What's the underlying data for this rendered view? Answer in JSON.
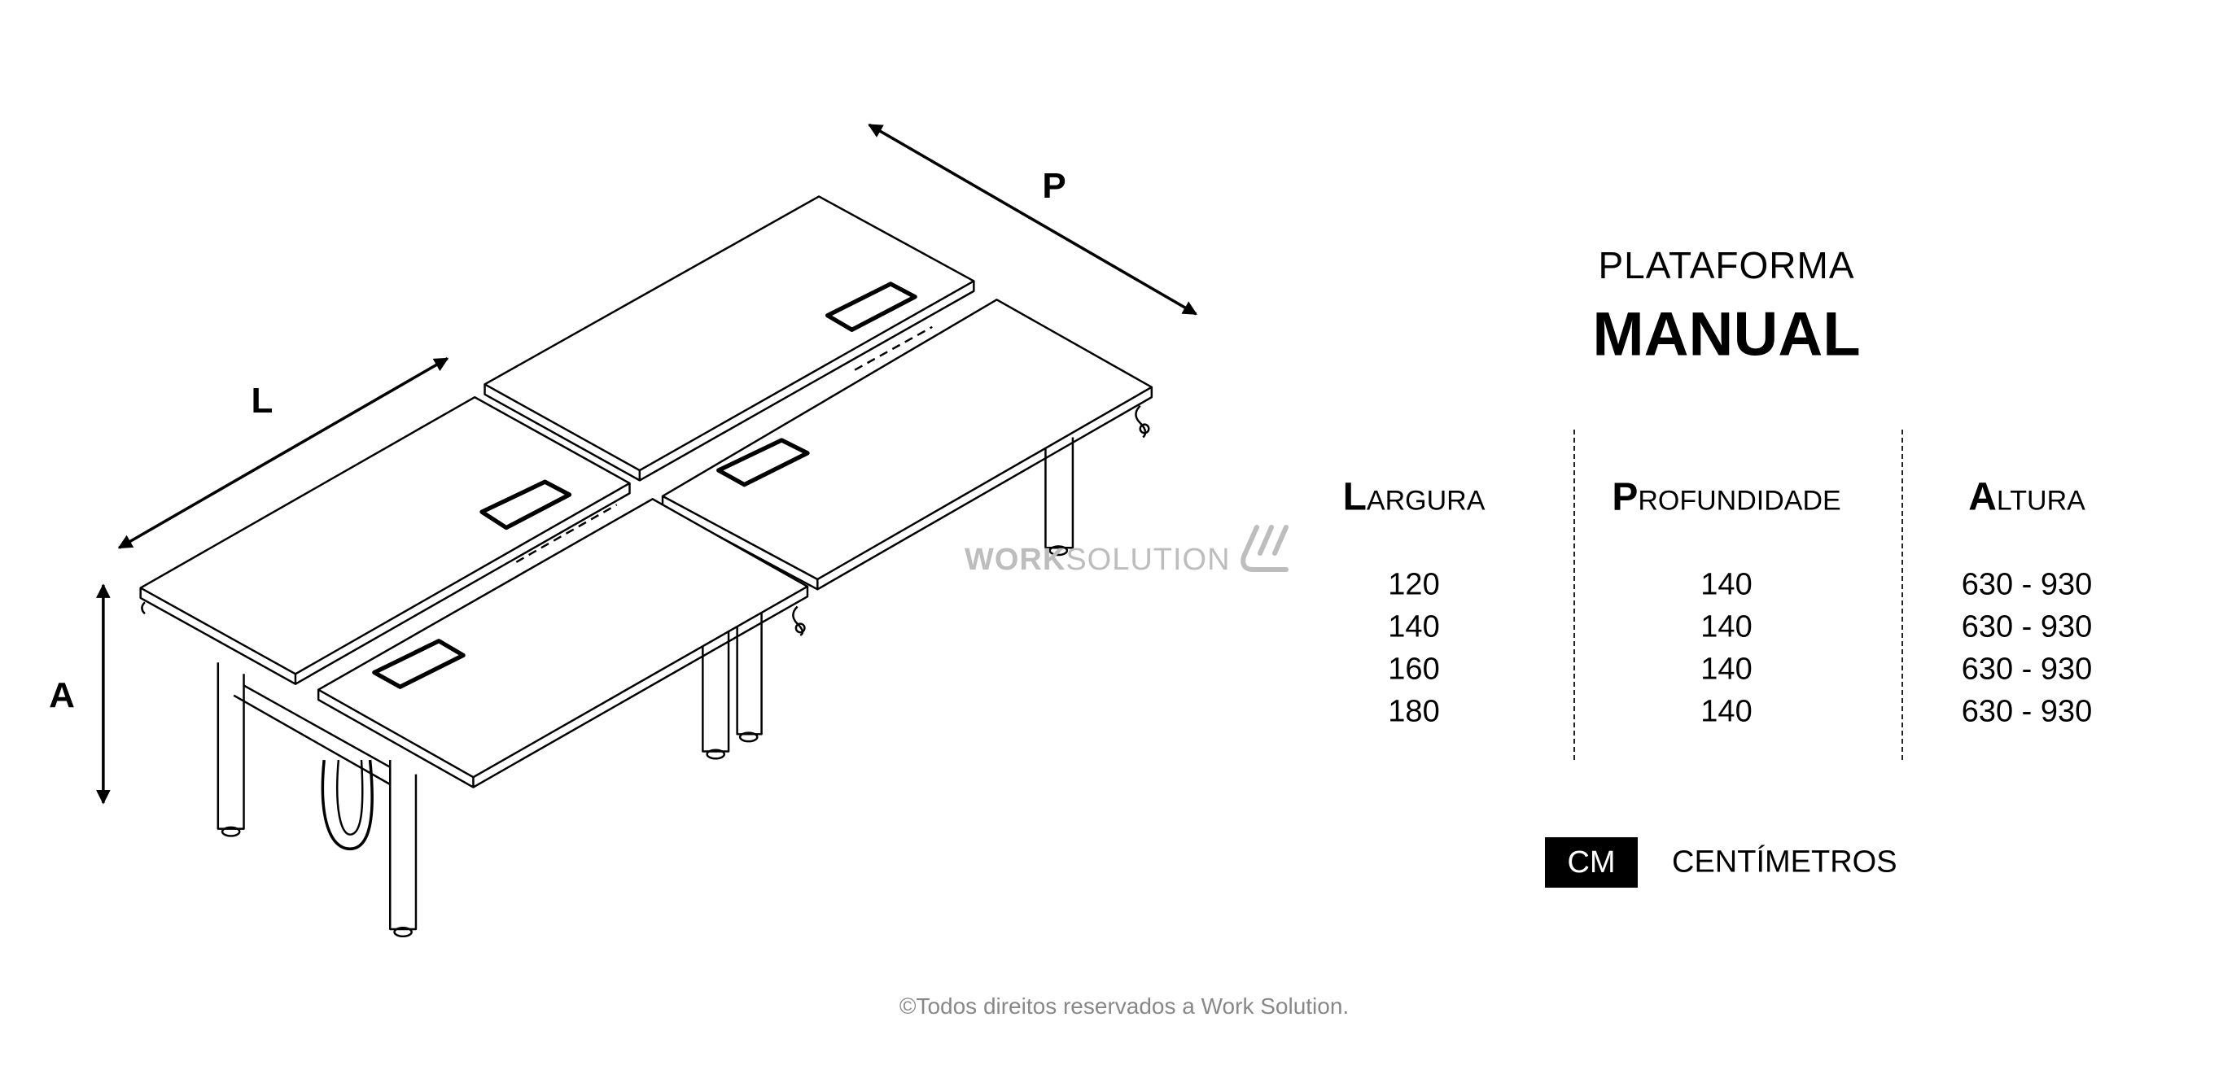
{
  "dimension_labels": {
    "length": "L",
    "depth": "P",
    "height": "A"
  },
  "title": {
    "subtitle": "PLATAFORMA",
    "main": "MANUAL"
  },
  "table": {
    "columns": [
      {
        "cap": "L",
        "rest": "ARGURA"
      },
      {
        "cap": "P",
        "rest": "ROFUNDIDADE"
      },
      {
        "cap": "A",
        "rest": "LTURA"
      }
    ],
    "rows": [
      [
        "120",
        "140",
        "630 - 930"
      ],
      [
        "140",
        "140",
        "630 - 930"
      ],
      [
        "160",
        "140",
        "630 - 930"
      ],
      [
        "180",
        "140",
        "630 - 930"
      ]
    ]
  },
  "units": {
    "abbr": "CM",
    "label": "CENTÍMETROS"
  },
  "watermark": {
    "bold": "WORK",
    "light": "SOLUTION",
    "icon": "work-solution-logo-icon"
  },
  "footer": {
    "copyright": "©Todos direitos reservados a Work Solution."
  },
  "colors": {
    "text": "#000000",
    "footer": "#888888",
    "watermark": "#bdbdbd",
    "unit_box_bg": "#000000",
    "unit_box_text": "#ffffff"
  }
}
